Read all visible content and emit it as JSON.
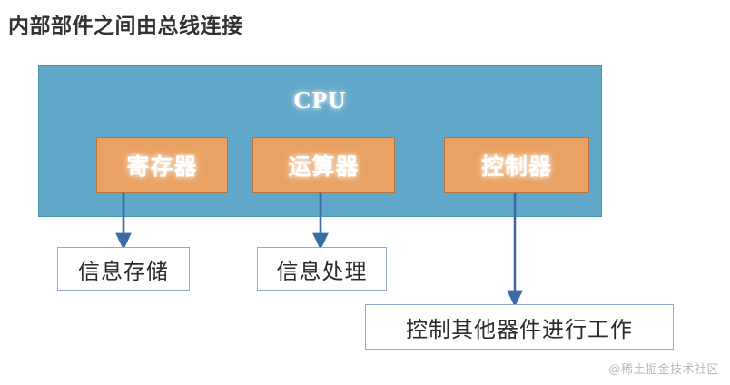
{
  "page": {
    "title": "内部部件之间由总线连接",
    "watermark": "@稀土掘金技术社区",
    "background_color": "#FFFFFF",
    "title_color": "#323232"
  },
  "diagram": {
    "container": {
      "label": "CPU",
      "fill_color": "#61A7C9",
      "border_color": "#4E93B6",
      "label_color": "#FFFFFF"
    },
    "units": [
      {
        "id": "register",
        "label": "寄存器",
        "fill_color": "#E9A263",
        "border_color": "#B5773F",
        "label_color": "#FFFFFF"
      },
      {
        "id": "alu",
        "label": "运算器",
        "fill_color": "#E9A263",
        "border_color": "#B5773F",
        "label_color": "#FFFFFF"
      },
      {
        "id": "control",
        "label": "控制器",
        "fill_color": "#E9A263",
        "border_color": "#B5773F",
        "label_color": "#FFFFFF"
      }
    ],
    "outcomes": [
      {
        "id": "storage",
        "label": "信息存储",
        "from_unit": "register",
        "fill_color": "#FFFFFF",
        "border_color": "#8FAAD0",
        "label_color": "#2B2B2B"
      },
      {
        "id": "processing",
        "label": "信息处理",
        "from_unit": "alu",
        "fill_color": "#FFFFFF",
        "border_color": "#8FAAD0",
        "label_color": "#2B2B2B"
      },
      {
        "id": "control-others",
        "label": "控制其他器件进行工作",
        "from_unit": "control",
        "fill_color": "#FFFFFF",
        "border_color": "#8FAAD0",
        "label_color": "#2B2B2B"
      }
    ],
    "connectors": {
      "color": "#3A6BA5",
      "style": "solid-line-with-filled-arrowhead",
      "count": 3
    }
  }
}
